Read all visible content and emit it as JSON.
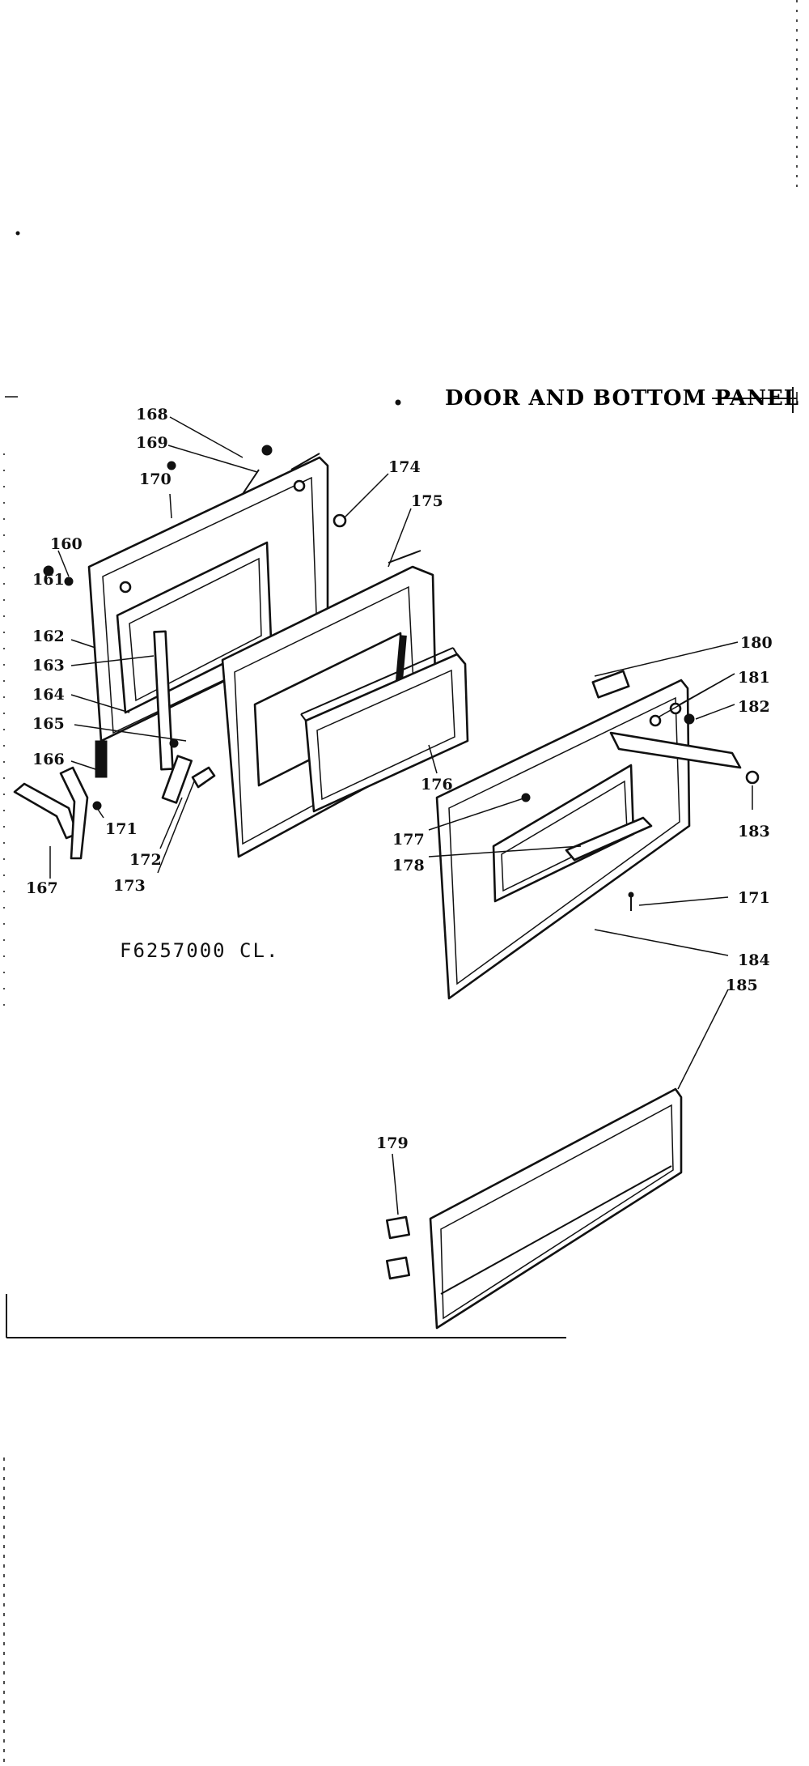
{
  "diagram": {
    "title": "DOOR AND BOTTOM PANEL",
    "model_code": "F6257000 CL.",
    "callouts": [
      {
        "id": "c160",
        "text": "160"
      },
      {
        "id": "c161",
        "text": "161"
      },
      {
        "id": "c162",
        "text": "162"
      },
      {
        "id": "c163",
        "text": "163"
      },
      {
        "id": "c164",
        "text": "164"
      },
      {
        "id": "c165",
        "text": "165"
      },
      {
        "id": "c166",
        "text": "166"
      },
      {
        "id": "c167",
        "text": "167"
      },
      {
        "id": "c168",
        "text": "168"
      },
      {
        "id": "c169",
        "text": "169"
      },
      {
        "id": "c170",
        "text": "170"
      },
      {
        "id": "c171a",
        "text": "171"
      },
      {
        "id": "c172",
        "text": "172"
      },
      {
        "id": "c173",
        "text": "173"
      },
      {
        "id": "c174",
        "text": "174"
      },
      {
        "id": "c175",
        "text": "175"
      },
      {
        "id": "c176",
        "text": "176"
      },
      {
        "id": "c177",
        "text": "177"
      },
      {
        "id": "c178",
        "text": "178"
      },
      {
        "id": "c179",
        "text": "179"
      },
      {
        "id": "c180",
        "text": "180"
      },
      {
        "id": "c181",
        "text": "181"
      },
      {
        "id": "c182",
        "text": "182"
      },
      {
        "id": "c183",
        "text": "183"
      },
      {
        "id": "c171b",
        "text": "171"
      },
      {
        "id": "c184",
        "text": "184"
      },
      {
        "id": "c185",
        "text": "185"
      }
    ]
  }
}
